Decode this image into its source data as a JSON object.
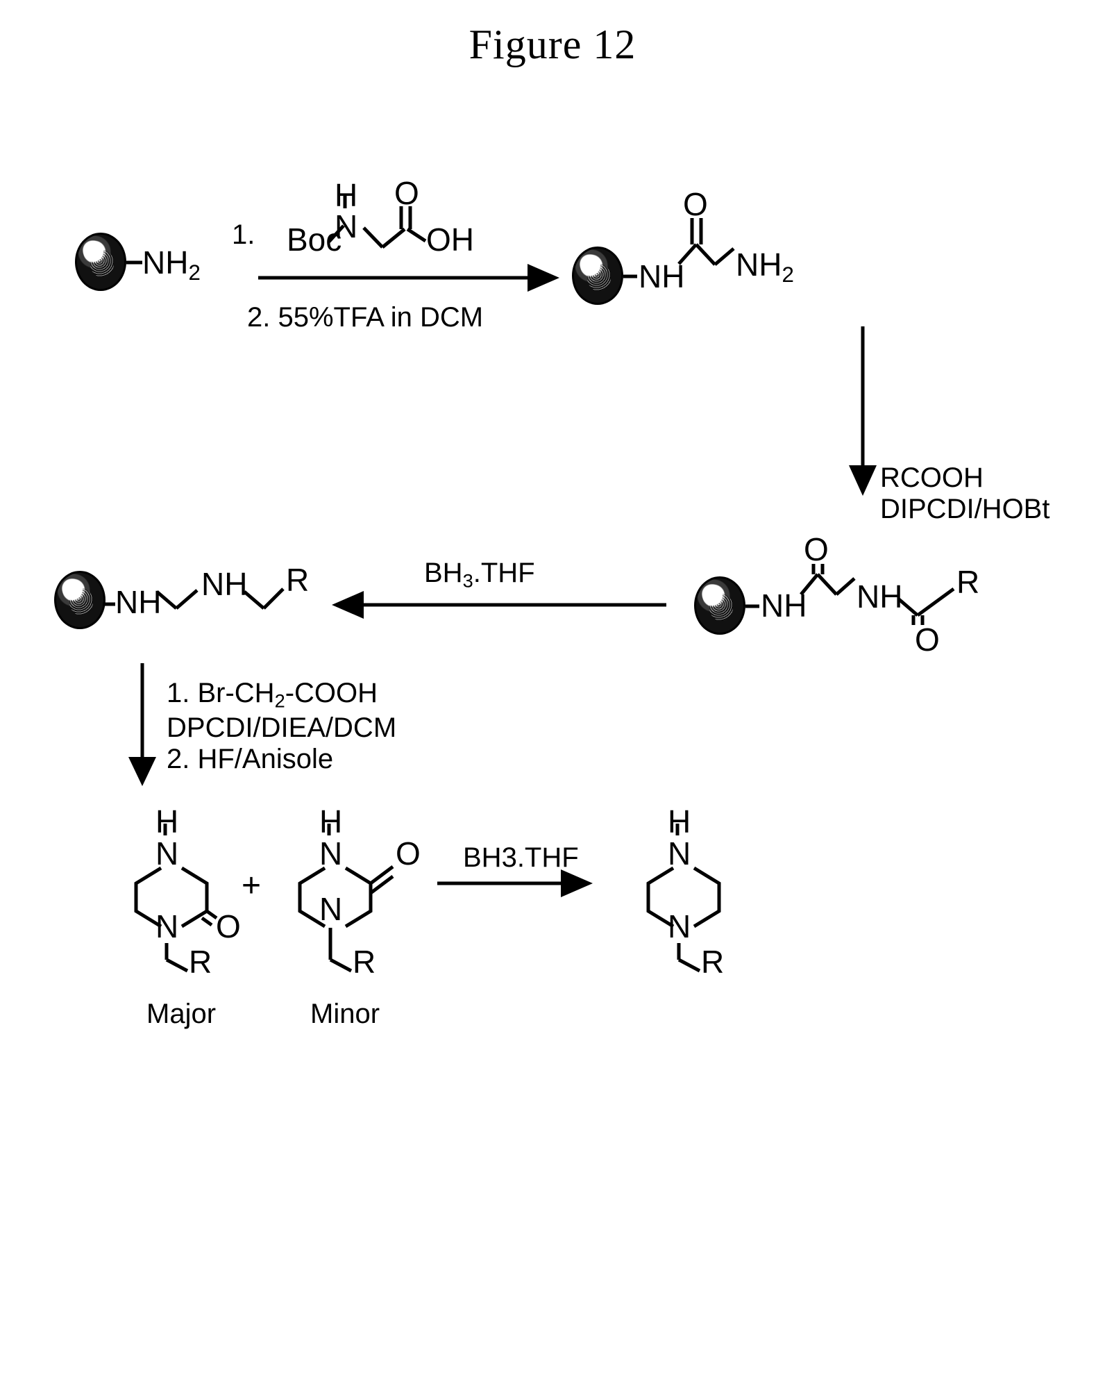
{
  "figure": {
    "title": "Figure 12"
  },
  "scheme": {
    "type": "chemical-reaction-scheme",
    "step1": {
      "reactant_label_bead": "resin-bead",
      "reactant_group": "-NH2",
      "reactant_group_text": "NH",
      "reactant_group_sub": "2",
      "condition_number_1": "1.",
      "reagent_boc": "Boc",
      "reagent_nh_h": "H",
      "reagent_n": "N",
      "reagent_o": "O",
      "reagent_oh": "OH",
      "condition_2": "2. 55%TFA in DCM",
      "product_nh": "NH",
      "product_o": "O",
      "product_nh2_text": "NH",
      "product_nh2_sub": "2"
    },
    "step2": {
      "reagent_line1": "RCOOH",
      "reagent_line2": "DIPCDI/HOBt",
      "product_nh_left": "NH",
      "product_o_top": "O",
      "product_nh_mid": "NH",
      "product_r": "R",
      "product_o_bottom": "O"
    },
    "step3": {
      "reagent": "BH3.THF",
      "reagent_text": "BH",
      "reagent_sub": "3",
      "reagent_tail": ".THF",
      "product_nh_left": "NH",
      "product_nh_mid": "NH",
      "product_r": "R"
    },
    "step4": {
      "condition_line1": "1. Br-CH2-COOH",
      "condition_line1_a": "1. Br-CH",
      "condition_line1_sub": "2",
      "condition_line1_b": "-COOH",
      "condition_line2": "DPCDI/DIEA/DCM",
      "condition_line3": "2. HF/Anisole"
    },
    "products": {
      "plus_sign": "+",
      "major": {
        "label": "Major",
        "nh_h": "H",
        "n_top": "N",
        "n_bottom": "N",
        "carbonyl_o": "O",
        "r_group": "R"
      },
      "minor": {
        "label": "Minor",
        "nh_h": "H",
        "n_top": "N",
        "n_bottom": "N",
        "carbonyl_o": "O",
        "r_group": "R"
      },
      "final_reagent": "BH3.THF",
      "final_reagent_text": "BH3.THF",
      "final": {
        "nh_h": "H",
        "n_top": "N",
        "n_bottom": "N",
        "r_group": "R"
      }
    }
  }
}
